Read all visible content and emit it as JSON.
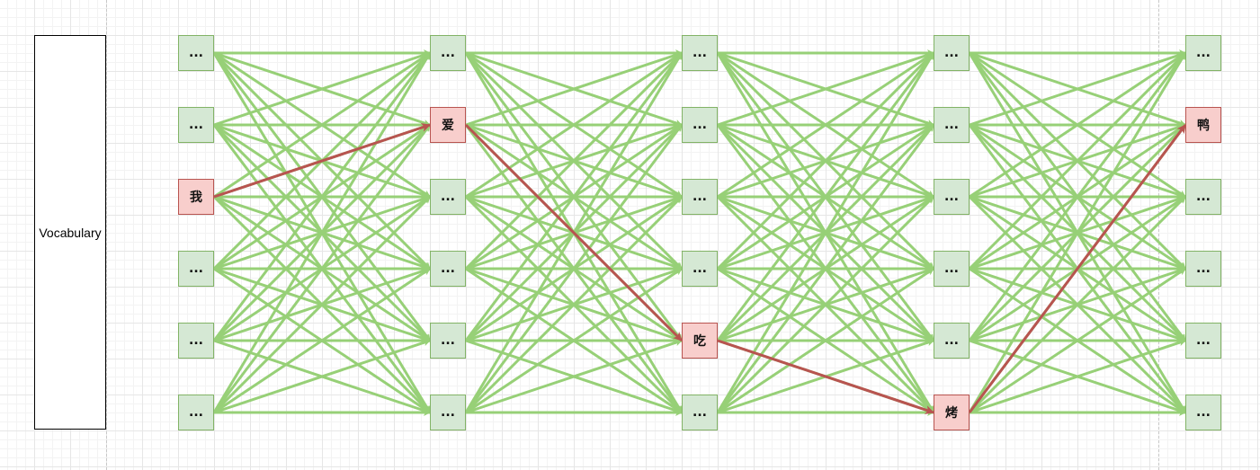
{
  "diagram": {
    "vocabulary_label": "Vocabulary",
    "layers": [
      {
        "nodes": [
          "...",
          "...",
          "我",
          "...",
          "...",
          "..."
        ],
        "highlight": 2
      },
      {
        "nodes": [
          "...",
          "爱",
          "...",
          "...",
          "...",
          "..."
        ],
        "highlight": 1
      },
      {
        "nodes": [
          "...",
          "...",
          "...",
          "...",
          "吃",
          "..."
        ],
        "highlight": 4
      },
      {
        "nodes": [
          "...",
          "...",
          "...",
          "...",
          "...",
          "烤"
        ],
        "highlight": 5
      },
      {
        "nodes": [
          "...",
          "鸭",
          "...",
          "...",
          "...",
          "..."
        ],
        "highlight": 1
      }
    ],
    "path": [
      [
        0,
        2
      ],
      [
        1,
        1
      ],
      [
        2,
        4
      ],
      [
        3,
        5
      ],
      [
        4,
        1
      ]
    ],
    "colors": {
      "node_fill": "#d5e8d4",
      "node_stroke": "#82b366",
      "highlight_fill": "#f8cecc",
      "highlight_stroke": "#b85450",
      "edge": "#97d077",
      "path_edge": "#b85450"
    }
  }
}
